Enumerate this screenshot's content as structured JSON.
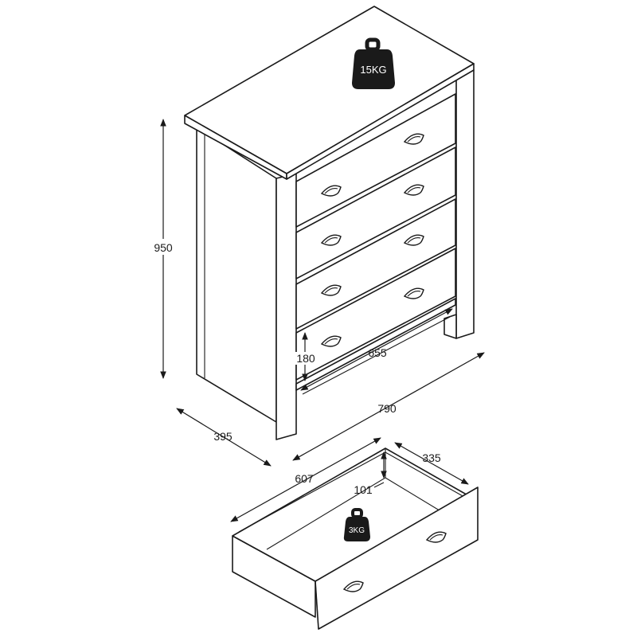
{
  "weights": {
    "top_load": "15KG",
    "drawer_load": "3KG"
  },
  "dimensions": {
    "height": "950",
    "depth": "395",
    "width": "790",
    "drawer_inner_width": "655",
    "drawer_front_height": "180",
    "drawer_length": "607",
    "drawer_depth": "335",
    "drawer_inner_height": "101"
  },
  "colors": {
    "line": "#1a1a1a",
    "weight_fill": "#1a1a1a",
    "background": "#ffffff"
  },
  "icons": {
    "weight": "weight-icon",
    "handle": "cup-handle-icon"
  }
}
